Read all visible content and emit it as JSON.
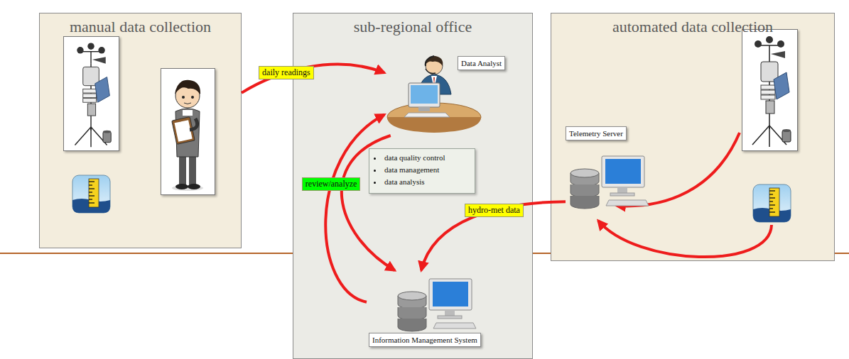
{
  "diagram": {
    "nodes": [
      {
        "text": [
          "manual data collection"
        ]
      },
      {
        "text": [
          "sub-regional office"
        ]
      },
      {
        "text": [
          "automated data collection"
        ]
      },
      {
        "text": [
          "Data Analyst"
        ],
        "in": 1
      },
      {
        "text": [
          "data quality control",
          "data management",
          "data analysis"
        ],
        "in": 1
      },
      {
        "text": [
          "Information Management System"
        ],
        "in": 1
      },
      {
        "text": [
          "Telemetry Server"
        ],
        "in": 2
      }
    ],
    "edges": [
      {
        "from": 0,
        "to": 3,
        "label": "daily readings",
        "arrow": "to"
      },
      {
        "from": 3,
        "to": 5,
        "arrow": "to"
      },
      {
        "from": 5,
        "to": 3,
        "label": "review/analyze",
        "arrow": "to"
      },
      {
        "from": 6,
        "to": 5,
        "label": "hydro-met data",
        "arrow": "to"
      }
    ]
  }
}
